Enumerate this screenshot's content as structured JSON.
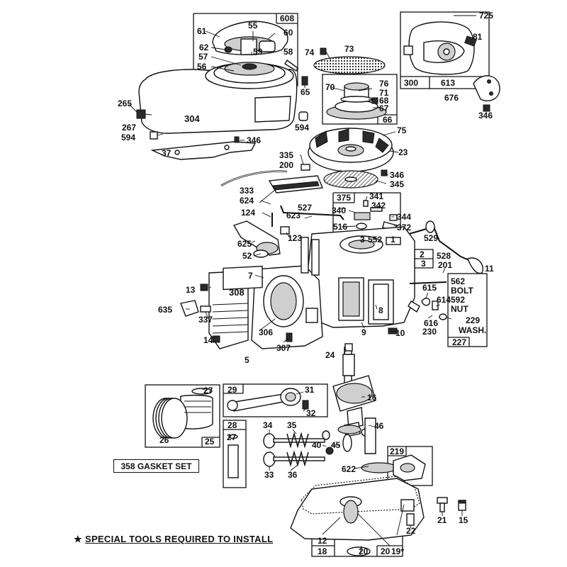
{
  "labels": {
    "l608": "608",
    "l55": "55",
    "l61": "61",
    "l60": "60",
    "l62": "62",
    "l59": "59",
    "l58": "58",
    "l57": "57",
    "l56": "56",
    "l65": "65",
    "l265": "265",
    "l267": "267",
    "l594a": "594",
    "l304": "304",
    "l594b": "594",
    "l346a": "346",
    "l37": "37",
    "l74": "74",
    "l73": "73",
    "l70": "70",
    "l76": "76",
    "l71": "71",
    "l68": "68",
    "l67": "67",
    "l66": "66",
    "l75": "75",
    "l23": "23",
    "l725": "725",
    "l81": "81",
    "l300": "300",
    "l613": "613",
    "l676": "676",
    "l346b": "346",
    "l335": "335",
    "l200": "200",
    "l346c": "346",
    "l345": "345",
    "l333": "333",
    "l375": "375",
    "l341": "341",
    "l624": "624",
    "l527": "527",
    "l342": "342",
    "l124": "124",
    "l623": "623",
    "l340": "340",
    "l344": "344",
    "l516": "516",
    "l372": "372",
    "l529": "529",
    "l123": "123",
    "l625": "625",
    "l3": "3",
    "l552": "552",
    "l1": "1",
    "l52": "52",
    "l2": "2",
    "l3b": "3",
    "l528": "528",
    "l201": "201",
    "l11": "11",
    "l7": "7",
    "l562": "562",
    "lbolt": "BOLT",
    "l592": "592",
    "lnut": "NUT",
    "l615": "615",
    "l614": "614",
    "l229": "229",
    "lwash": "WASH.",
    "l13": "13",
    "l308": "308",
    "l635": "635",
    "l337": "337",
    "l8": "8",
    "l616": "616",
    "l230": "230",
    "l227": "227",
    "l306": "306",
    "l9": "9",
    "l10": "10",
    "l14": "14",
    "l307": "307",
    "l5": "5",
    "l24": "24",
    "l29": "29",
    "l31": "31",
    "l32": "32",
    "l27a": "27",
    "l26": "26",
    "l25": "25",
    "l16": "16",
    "l28": "28",
    "l27b": "27",
    "l34": "34",
    "l35": "35",
    "l46": "46",
    "l40": "40",
    "l45": "45",
    "l219": "219",
    "l33": "33",
    "l36": "36",
    "l622": "622",
    "l21": "21",
    "l15": "15",
    "l22": "22",
    "l12": "12",
    "l18": "18",
    "l20a": "20",
    "l20b": "20",
    "l19": "19*"
  },
  "gasket_set": "358 GASKET SET",
  "note": {
    "star": "★",
    "text": "SPECIAL TOOLS REQUIRED TO INSTALL"
  }
}
